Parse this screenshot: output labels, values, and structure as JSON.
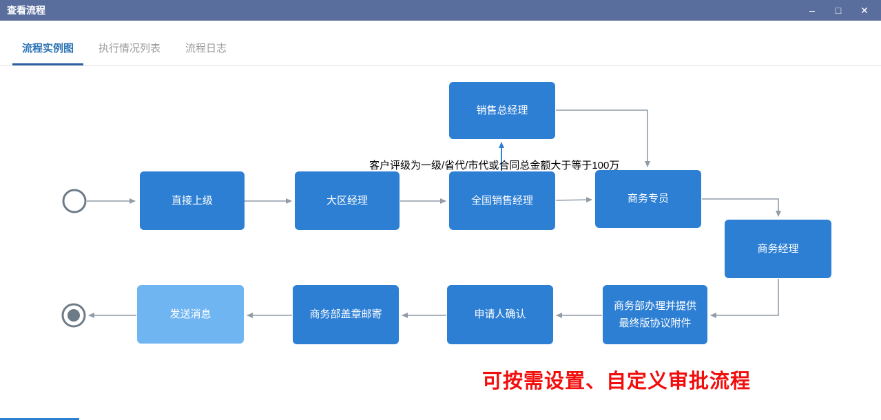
{
  "window": {
    "title": "查看流程",
    "controls": {
      "minimize": "–",
      "maximize": "□",
      "close": "✕"
    }
  },
  "tabs": {
    "instance_diagram": "流程实例图",
    "execution_list": "执行情况列表",
    "process_log": "流程日志"
  },
  "flow": {
    "nodes": {
      "sales_general_manager": "销售总经理",
      "direct_superior": "直接上级",
      "regional_manager": "大区经理",
      "national_sales_manager": "全国销售经理",
      "business_specialist": "商务专员",
      "business_manager": "商务经理",
      "business_dept_final_agreement": "商务部办理并提供最终版协议附件",
      "applicant_confirm": "申请人确认",
      "business_dept_stamp_mail": "商务部盖章邮寄",
      "send_message": "发送消息"
    },
    "condition_note": "客户评级为一级/省代/市代或合同总金额大于等于100万",
    "annotation": "可按需设置、自定义审批流程"
  },
  "colors": {
    "titlebar": "#5a6e9e",
    "node_blue": "#2d7fd4",
    "node_light_blue": "#6fb5f2",
    "connector_gray": "#919ca7",
    "arrow_blue": "#2d7fd4",
    "annotation_red": "#f20d0d",
    "tab_active": "#2e74b5"
  }
}
